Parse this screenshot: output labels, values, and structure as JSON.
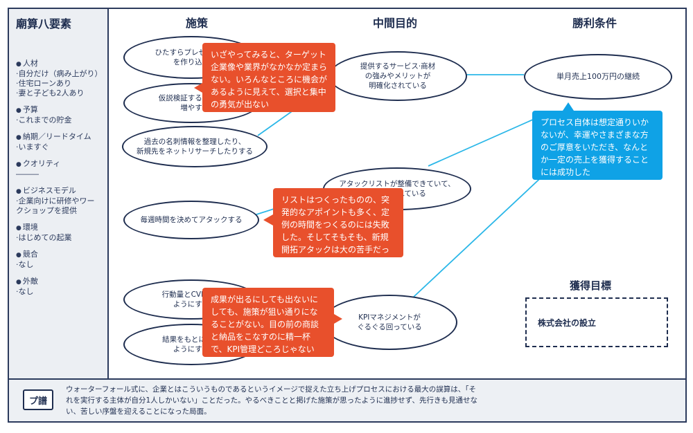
{
  "sidebar": {
    "title": "廟算八要素",
    "items": [
      {
        "head": "人材",
        "sub": "·自分だけ（病み上がり）\n·住宅ローンあり\n·妻と子ども2人あり"
      },
      {
        "head": "予算",
        "sub": "·これまでの貯金"
      },
      {
        "head": "納期／リードタイム",
        "sub": "·いますぐ"
      },
      {
        "head": "クオリティ",
        "sub": "―――"
      },
      {
        "head": "ビジネスモデル",
        "sub": "·企業向けに研修やワー\nクショップを提供"
      },
      {
        "head": "環境",
        "sub": "·はじめての起業"
      },
      {
        "head": "競合",
        "sub": "·なし"
      },
      {
        "head": "外敵",
        "sub": "·なし"
      }
    ]
  },
  "columns": {
    "measures": "施策",
    "intermediate": "中間目的",
    "victory": "勝利条件"
  },
  "measures": [
    {
      "id": "m1",
      "label": "ひたすらプレゼン資料\nを作り込む"
    },
    {
      "id": "m2",
      "label": "仮説検証するために\n増やす"
    },
    {
      "id": "m3",
      "label": "過去の名刺情報を整理したり、\n新規先をネットリサーチしたりする"
    },
    {
      "id": "m4",
      "label": "毎週時間を決めてアタックする"
    },
    {
      "id": "m5",
      "label": "行動量とCVRから\nようにする"
    },
    {
      "id": "m6",
      "label": "結果をもとに改善\nようにする"
    }
  ],
  "intermediate": [
    {
      "id": "i1",
      "label": "提供するサービス·商材\nの強みやメリットが\n明確化されている"
    },
    {
      "id": "i2",
      "label": "アタックリストが整備できていて、\nアポが取れている"
    },
    {
      "id": "i3",
      "label": "KPIマネジメントが\nぐるぐる回っている"
    }
  ],
  "victory": {
    "label": "単月売上100万円の継続"
  },
  "callouts": {
    "c1": "いざやってみると、ターゲット企業像や業界がなかなか定まらない。いろんなところに機会があるように見えて、選択と集中の勇気が出ない",
    "c2": "リストはつくったものの、突発的なアポイントも多く、定例の時間をつくるのには失敗した。そしてそもそも、新規開拓アタックは大の苦手だった……",
    "c3": "成果が出るにしても出ないにしても、施策が狙い通りになることがない。目の前の商談と納品をこなすのに精一杯で、KPI管理どころじゃない",
    "c4": "プロセス自体は想定通りいかないが、幸運やさまざまな方のご厚意をいただき、なんとか一定の売上を獲得することには成功した"
  },
  "goal": {
    "head": "獲得目標",
    "label": "株式会社の設立"
  },
  "footer": {
    "icon_label": "プ譜",
    "text": "ウォーターフォール式に、企業とはこういうものであるというイメージで捉えた立ち上げプロセスにおける最大の誤算は、「それを実行する主体が自分1人しかいない」ことだった。やるべきことと掲げた施策が思ったように進捗せず、先行きも見通せない、苦しい序盤を迎えることになった局面。"
  },
  "colors": {
    "navy": "#1e2d4f",
    "orange": "#e8502c",
    "blue": "#0fa2e6",
    "line": "#2bb7e8"
  }
}
